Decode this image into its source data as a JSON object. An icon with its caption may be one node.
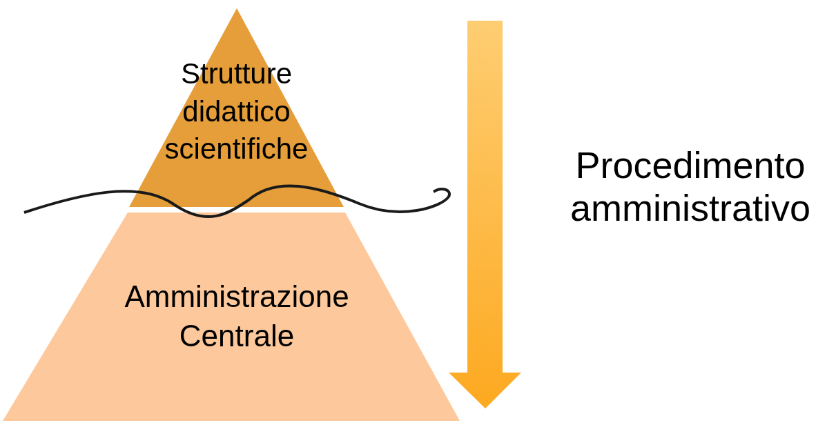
{
  "diagram": {
    "nodes": [
      {
        "text": [
          "Strutture didattico scientifiche"
        ]
      },
      {
        "text": [
          "Amministrazione Centrale"
        ]
      }
    ],
    "edges": [],
    "labels": [
      "Procedimento amministrativo"
    ]
  }
}
